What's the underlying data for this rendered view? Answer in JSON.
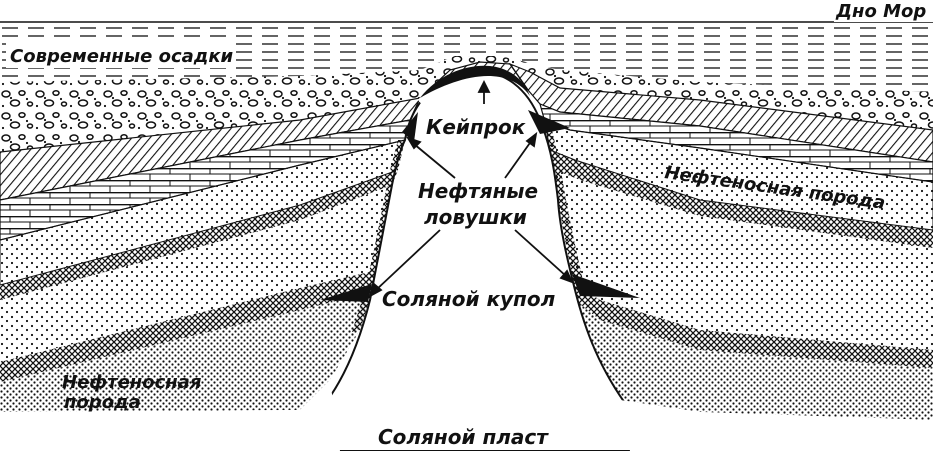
{
  "diagram": {
    "labels": {
      "sea_floor": "Дно Мор",
      "modern_sediments": "Современные осадки",
      "caprock": "Кейпрок",
      "oil_traps_line1": "Нефтяные",
      "oil_traps_line2": "ловушки",
      "oil_rock_right": "Нефтеносная порода",
      "salt_dome": "Соляной купол",
      "oil_rock_left_line1": "Нефтеносная",
      "oil_rock_left_line2": "порода",
      "salt_bed": "Соляной пласт"
    }
  }
}
